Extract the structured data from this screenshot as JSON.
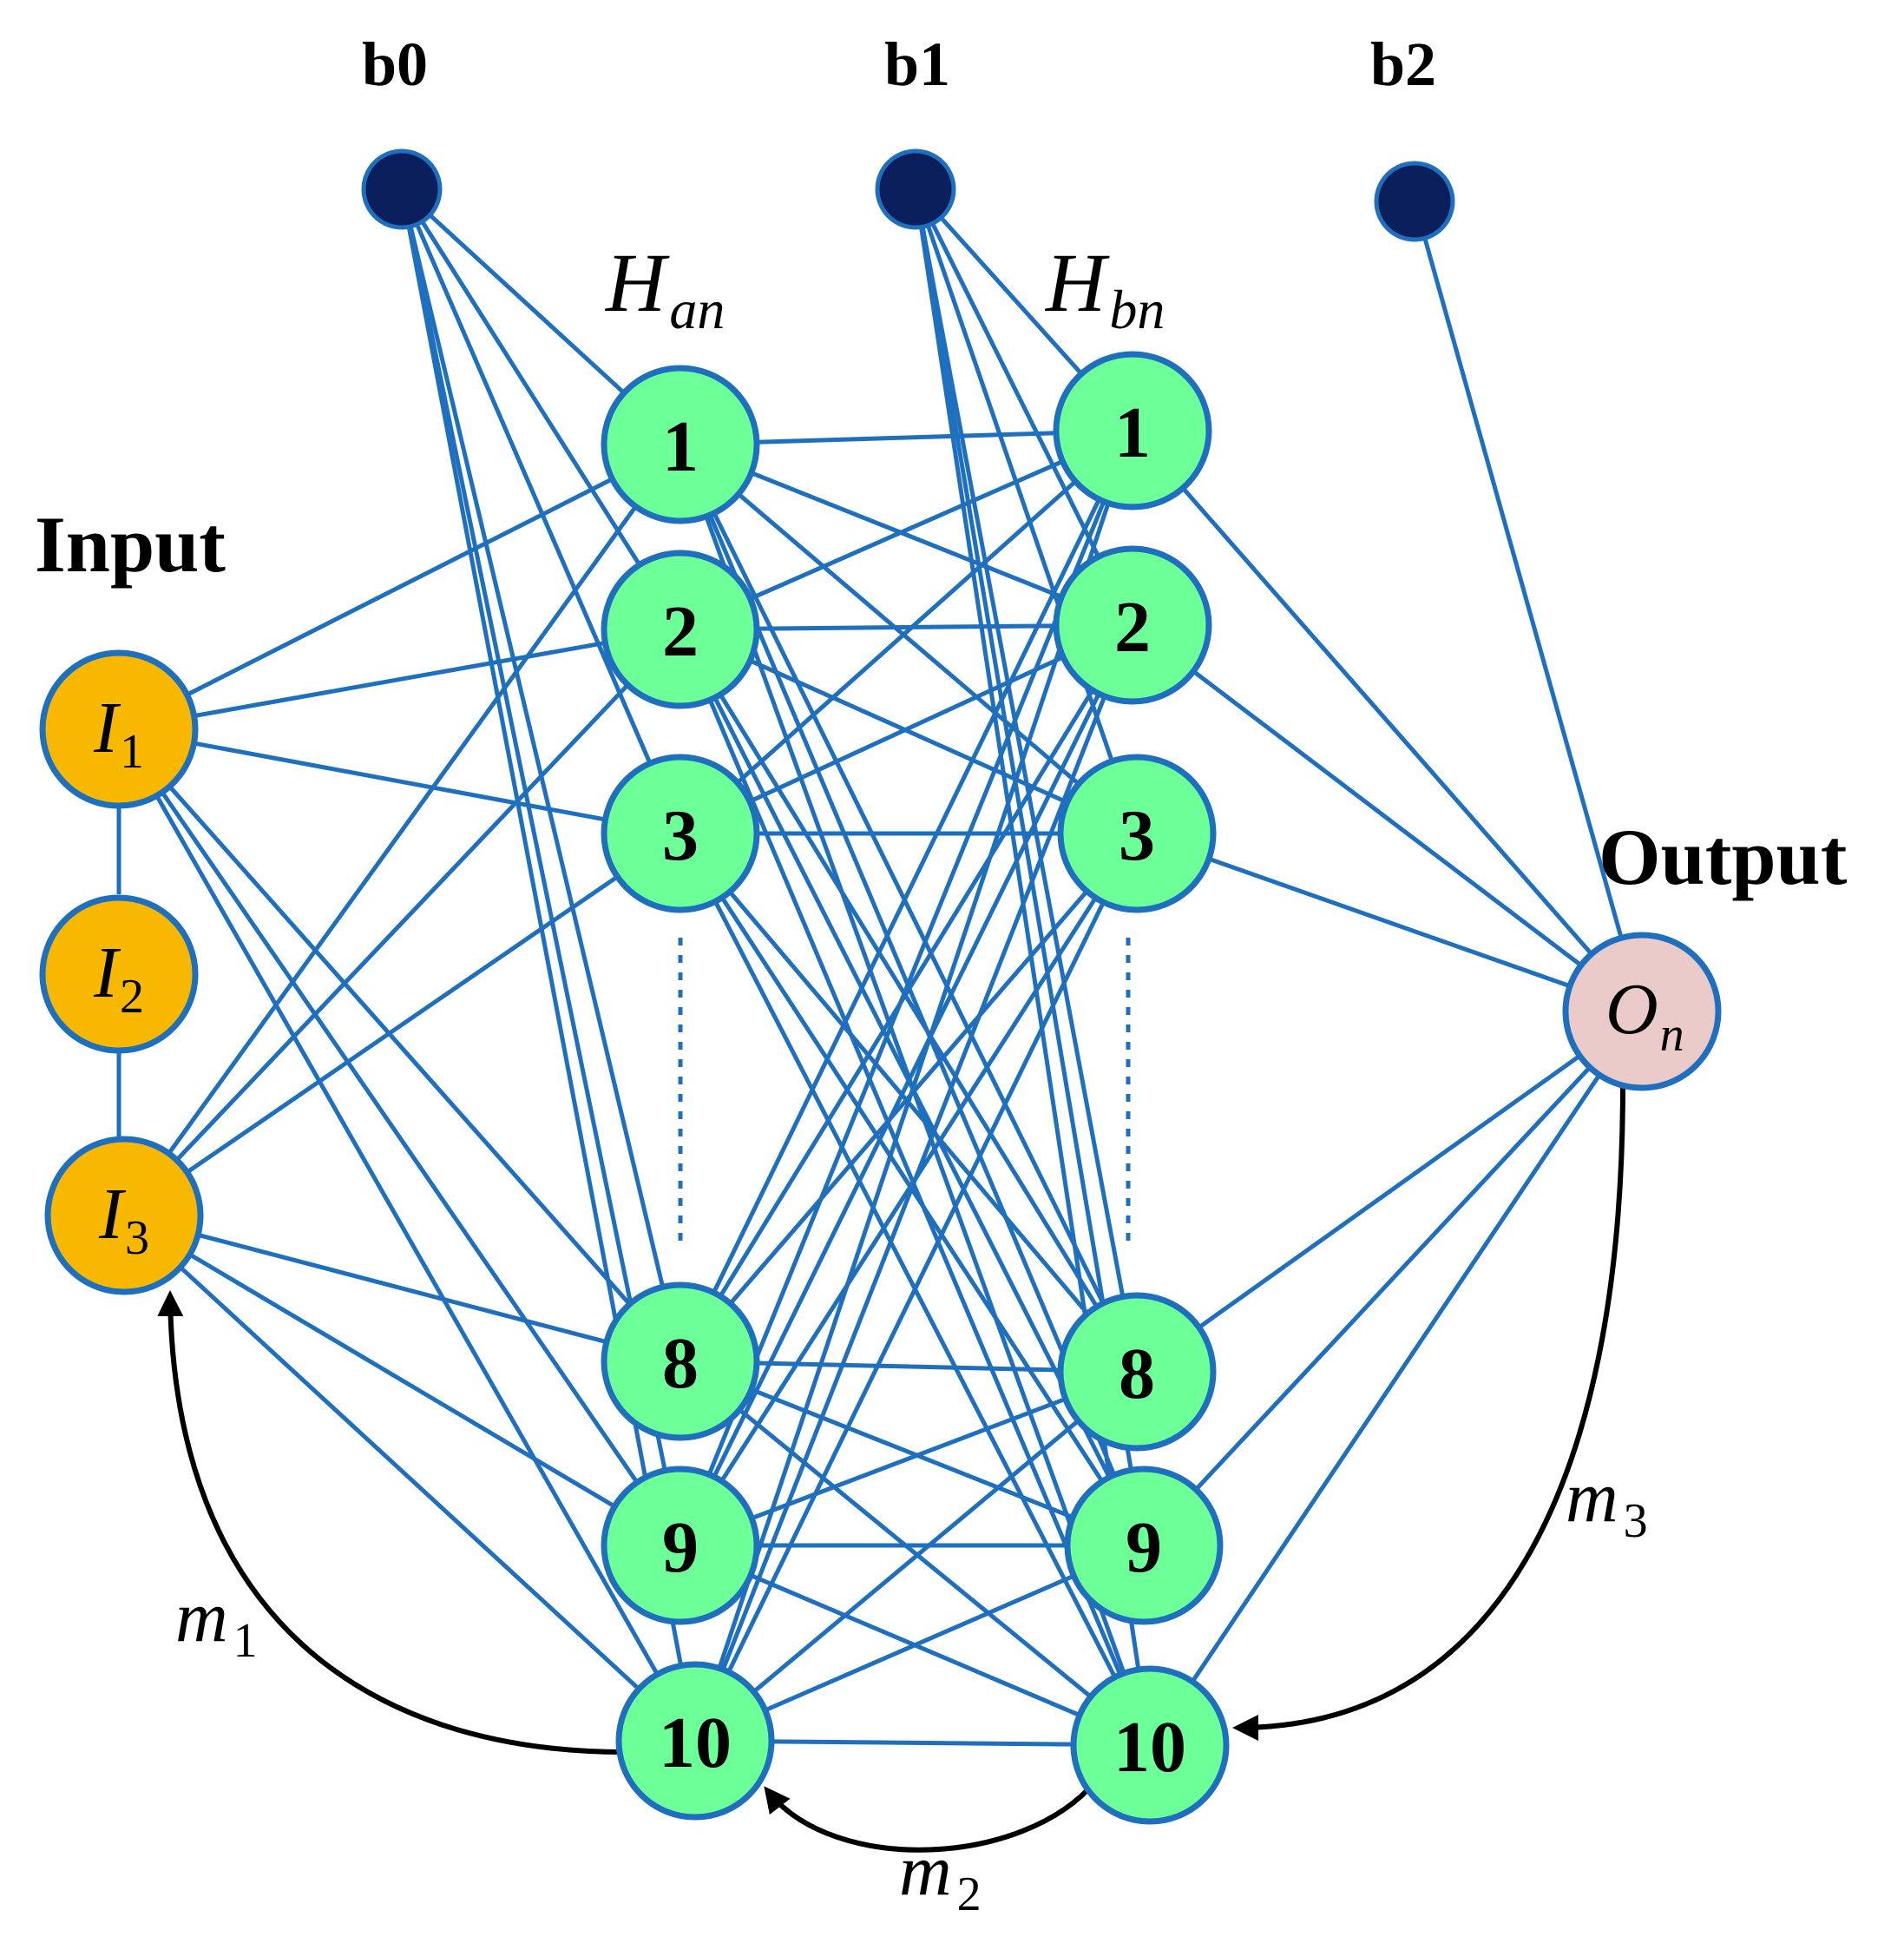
{
  "colors": {
    "edge": "#1f6fbf",
    "input_node": "#f9b800",
    "hidden_node": "#6dff98",
    "output_node": "#ebcaca",
    "bias_node": "#0a1f5c",
    "feedback": "#000000"
  },
  "bias": [
    {
      "id": "b0",
      "label": "b0"
    },
    {
      "id": "b1",
      "label": "b1"
    },
    {
      "id": "b2",
      "label": "b2"
    }
  ],
  "input_title": "Input",
  "output_title": "Output",
  "inputs": [
    {
      "id": "I1",
      "base": "I",
      "sub": "1"
    },
    {
      "id": "I2",
      "base": "I",
      "sub": "2"
    },
    {
      "id": "I3",
      "base": "I",
      "sub": "3"
    }
  ],
  "layer_a": {
    "title_base": "H",
    "title_sub": "an",
    "nodes": [
      "1",
      "2",
      "3",
      "8",
      "9",
      "10"
    ]
  },
  "layer_b": {
    "title_base": "H",
    "title_sub": "bn",
    "nodes": [
      "1",
      "2",
      "3",
      "8",
      "9",
      "10"
    ]
  },
  "output": {
    "id": "On",
    "base": "O",
    "sub": "n"
  },
  "feedback": [
    {
      "id": "m1",
      "base": "m",
      "sub": "1",
      "from": "Ha10",
      "to": "I3"
    },
    {
      "id": "m2",
      "base": "m",
      "sub": "2",
      "from": "Hb10",
      "to": "Ha10"
    },
    {
      "id": "m3",
      "base": "m",
      "sub": "3",
      "from": "On",
      "to": "Hb10"
    }
  ]
}
